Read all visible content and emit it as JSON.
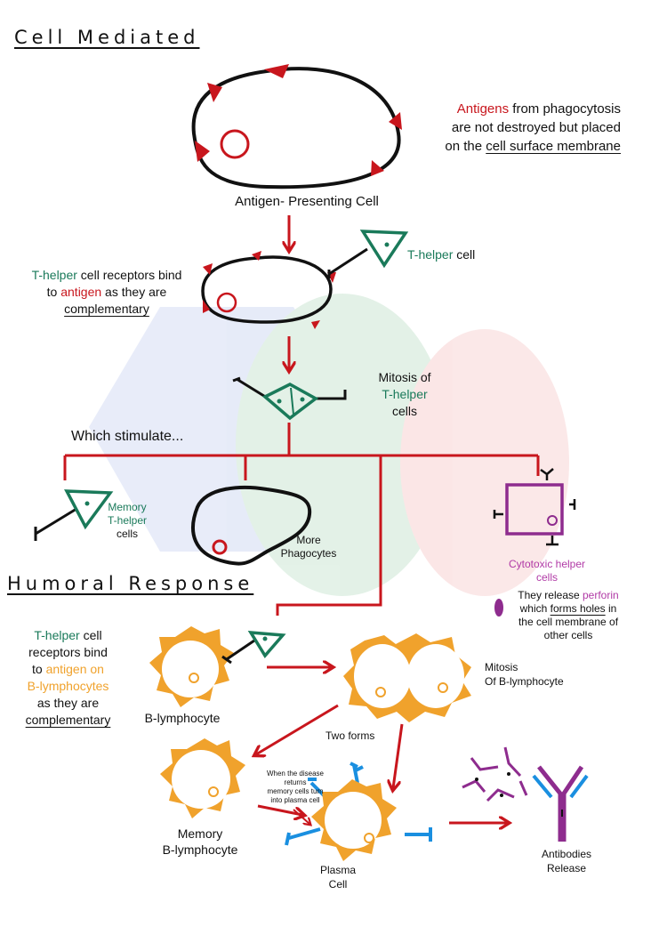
{
  "headings": {
    "cell_mediated": "Cell Mediated",
    "humoral": "Humoral Response"
  },
  "apc": {
    "label": "Antigen- Presenting Cell",
    "note_part1": "Antigens",
    "note_part2": " from phagocytosis",
    "note_line2": "are not destroyed but placed",
    "note_line3_pre": "on the ",
    "note_line3_u": "cell surface membrane"
  },
  "thelper_bind": {
    "cell_label_part1": "T-helper",
    "cell_label_part2": " cell",
    "line1_part1": "T-helper",
    "line1_part2": " cell receptors bind",
    "line2_part1": "to ",
    "line2_part2": "antigen",
    "line2_part3": " as they are",
    "line3": "complementary"
  },
  "mitosis_t": {
    "line1": "Mitosis of",
    "line2": "T-helper",
    "line3": "cells"
  },
  "stimulate": "Which stimulate...",
  "memory_t": {
    "line1": "Memory",
    "line2": "T-helper",
    "line3": "cells"
  },
  "phagocytes": {
    "line1": "More",
    "line2": "Phagocytes"
  },
  "cytotoxic": {
    "line1": "Cytotoxic helper",
    "line2": "cells",
    "perforin_line1_pre": "They release ",
    "perforin_line1_word": "perforin",
    "perforin_line2_pre": "which ",
    "perforin_line2_u": "forms holes",
    "perforin_line2_post": " in",
    "perforin_line3": "the cell membrane of",
    "perforin_line4": "other cells"
  },
  "humoral_note": {
    "line1_part1": "T-helper",
    "line1_part2": " cell",
    "line2": "receptors bind",
    "line3_part1": "to ",
    "line3_part2": "antigen on",
    "line4": "B-lymphocytes",
    "line5": "as they are",
    "line6": "complementary"
  },
  "b_lymphocyte": "B-lymphocyte",
  "mitosis_b": {
    "line1": "Mitosis",
    "line2": "Of B-lymphocyte"
  },
  "two_forms": "Two forms",
  "memory_b": {
    "line1": "Memory",
    "line2": "B-lymphocyte"
  },
  "disease_returns": {
    "line1": "When the disease",
    "line2": "returns",
    "line3": "memory cells turn",
    "line4": "into plasma cell"
  },
  "plasma": {
    "line1": "Plasma",
    "line2": "Cell"
  },
  "antibodies": {
    "line1": "Antibodies",
    "line2": "Release"
  },
  "colors": {
    "red": "#c8161d",
    "green": "#1a7a5a",
    "orange": "#f0a22c",
    "purple": "#8e2c8e",
    "blue": "#1a8fe0"
  }
}
